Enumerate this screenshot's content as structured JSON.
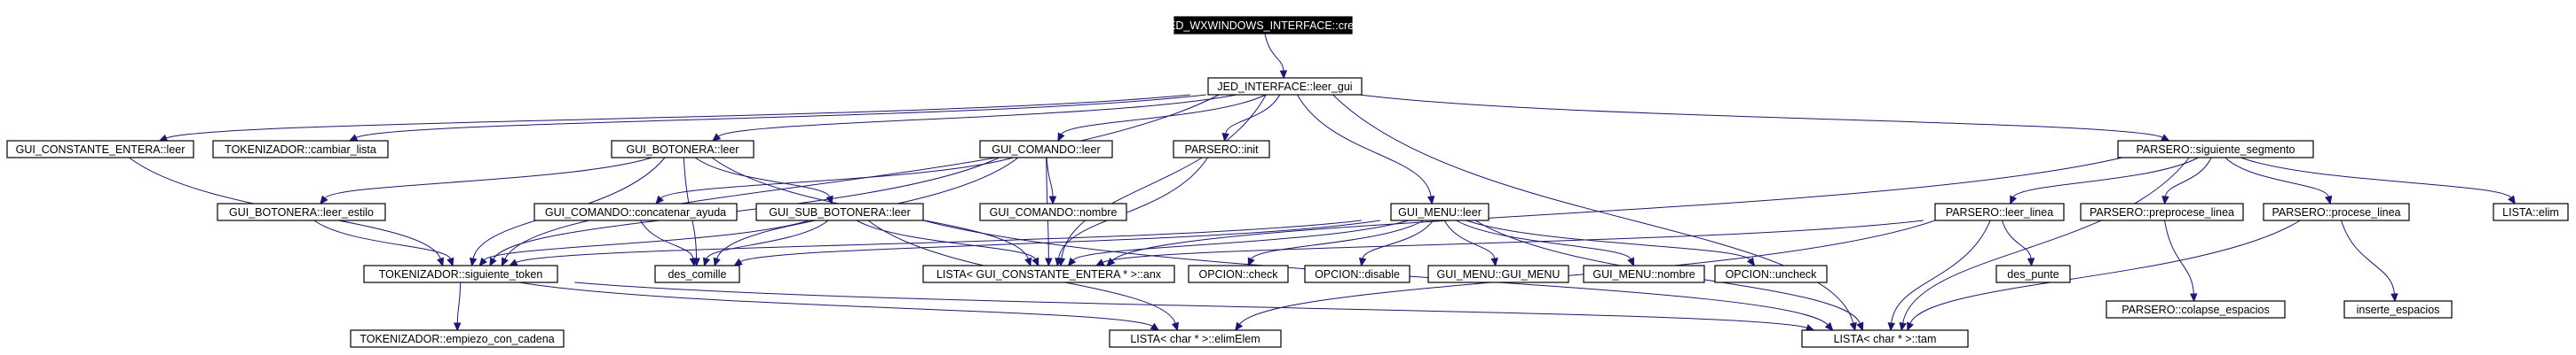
{
  "graph": {
    "edge_color": "#191970",
    "nodes": [
      {
        "id": "jed_wx",
        "label": "JED_WXWINDOWS_INTERFACE::crear",
        "root": true
      },
      {
        "id": "jed_leer_gui",
        "label": "JED_INTERFACE::leer_gui"
      },
      {
        "id": "gui_constante",
        "label": "GUI_CONSTANTE_ENTERA::leer"
      },
      {
        "id": "tok_cambiar",
        "label": "TOKENIZADOR::cambiar_lista"
      },
      {
        "id": "gui_botonera",
        "label": "GUI_BOTONERA::leer"
      },
      {
        "id": "gui_comando",
        "label": "GUI_COMANDO::leer"
      },
      {
        "id": "parsero_init",
        "label": "PARSERO::init"
      },
      {
        "id": "parsero_sig",
        "label": "PARSERO::siguiente_segmento"
      },
      {
        "id": "gui_bot_estilo",
        "label": "GUI_BOTONERA::leer_estilo"
      },
      {
        "id": "gui_com_concat",
        "label": "GUI_COMANDO::concatenar_ayuda"
      },
      {
        "id": "gui_sub_bot",
        "label": "GUI_SUB_BOTONERA::leer"
      },
      {
        "id": "gui_com_nombre",
        "label": "GUI_COMANDO::nombre"
      },
      {
        "id": "gui_menu",
        "label": "GUI_MENU::leer"
      },
      {
        "id": "parsero_leer_linea",
        "label": "PARSERO::leer_linea"
      },
      {
        "id": "parsero_preproc",
        "label": "PARSERO::preprocese_linea"
      },
      {
        "id": "parsero_proc",
        "label": "PARSERO::procese_linea"
      },
      {
        "id": "lista_elim",
        "label": "LISTA::elim"
      },
      {
        "id": "tok_sig",
        "label": "TOKENIZADOR::siguiente_token"
      },
      {
        "id": "des_comille",
        "label": "des_comille"
      },
      {
        "id": "lista_anx",
        "label": "LISTA< GUI_CONSTANTE_ENTERA * >::anx"
      },
      {
        "id": "opc_check",
        "label": "OPCION::check"
      },
      {
        "id": "opc_disable",
        "label": "OPCION::disable"
      },
      {
        "id": "gui_menu_gui",
        "label": "GUI_MENU::GUI_MENU"
      },
      {
        "id": "gui_menu_nombre",
        "label": "GUI_MENU::nombre"
      },
      {
        "id": "opc_uncheck",
        "label": "OPCION::uncheck"
      },
      {
        "id": "des_punte",
        "label": "des_punte"
      },
      {
        "id": "parsero_colapse",
        "label": "PARSERO::colapse_espacios"
      },
      {
        "id": "inserte_esp",
        "label": "inserte_espacios"
      },
      {
        "id": "tok_empiezo",
        "label": "TOKENIZADOR::empiezo_con_cadena"
      },
      {
        "id": "lista_elimelem",
        "label": "LISTA< char * >::elimElem"
      },
      {
        "id": "lista_tam",
        "label": "LISTA< char * >::tam"
      }
    ]
  }
}
